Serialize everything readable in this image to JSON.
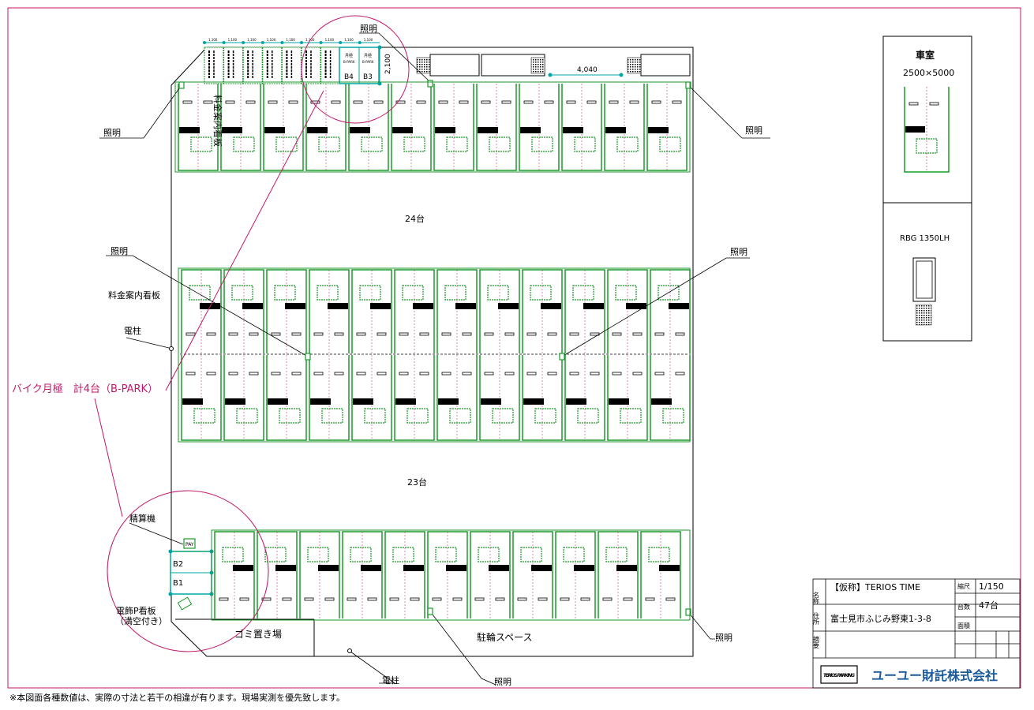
{
  "labels": {
    "lighting": "照明",
    "pole": "電柱",
    "fee_sign": "料金案内看板",
    "fee_sign_top": "料金案内看板",
    "count_top": "24台",
    "count_bottom": "23台",
    "bike": "バイク月極　計4台（B-PARK）",
    "payment_machine": "精算機",
    "sign_lit": "電飾P看板",
    "sign_full": "（満空付き）",
    "garbage": "ゴミ置き場",
    "bicycle": "駐輪スペース",
    "dim_4040": "4,040",
    "dim_2100": "2,100",
    "dim_small": "1,100"
  },
  "bikes": {
    "b1": "B1",
    "b2": "B2",
    "b3": "B3",
    "b4": "B4",
    "monthly": "月極",
    "brand": "B-PARK",
    "tag": "PAY"
  },
  "legend": {
    "car_room": "車室",
    "car_size": "2500×5000",
    "machine": "RBG 1350LH"
  },
  "title_block": {
    "name_label": "名称",
    "name": "【仮称】TERIOS TIME",
    "address_label": "住所",
    "address": "富士見市ふじみ野東1-3-8",
    "remarks_label": "摘要",
    "scale_label": "縮尺",
    "scale": "1/150",
    "count_label": "台数",
    "count": "47台",
    "area_label": "面積",
    "logo": "TERIOS PARKING",
    "company": "ユーユー財託株式会社"
  },
  "footer_note": "※本図面各種数値は、実際の寸法と若干の相違が有ります。現場実測を優先致します。",
  "colors": {
    "frame": "#c2186b",
    "stall": "#1a9a2a",
    "cyan": "#00a5a5",
    "black": "#000000"
  }
}
